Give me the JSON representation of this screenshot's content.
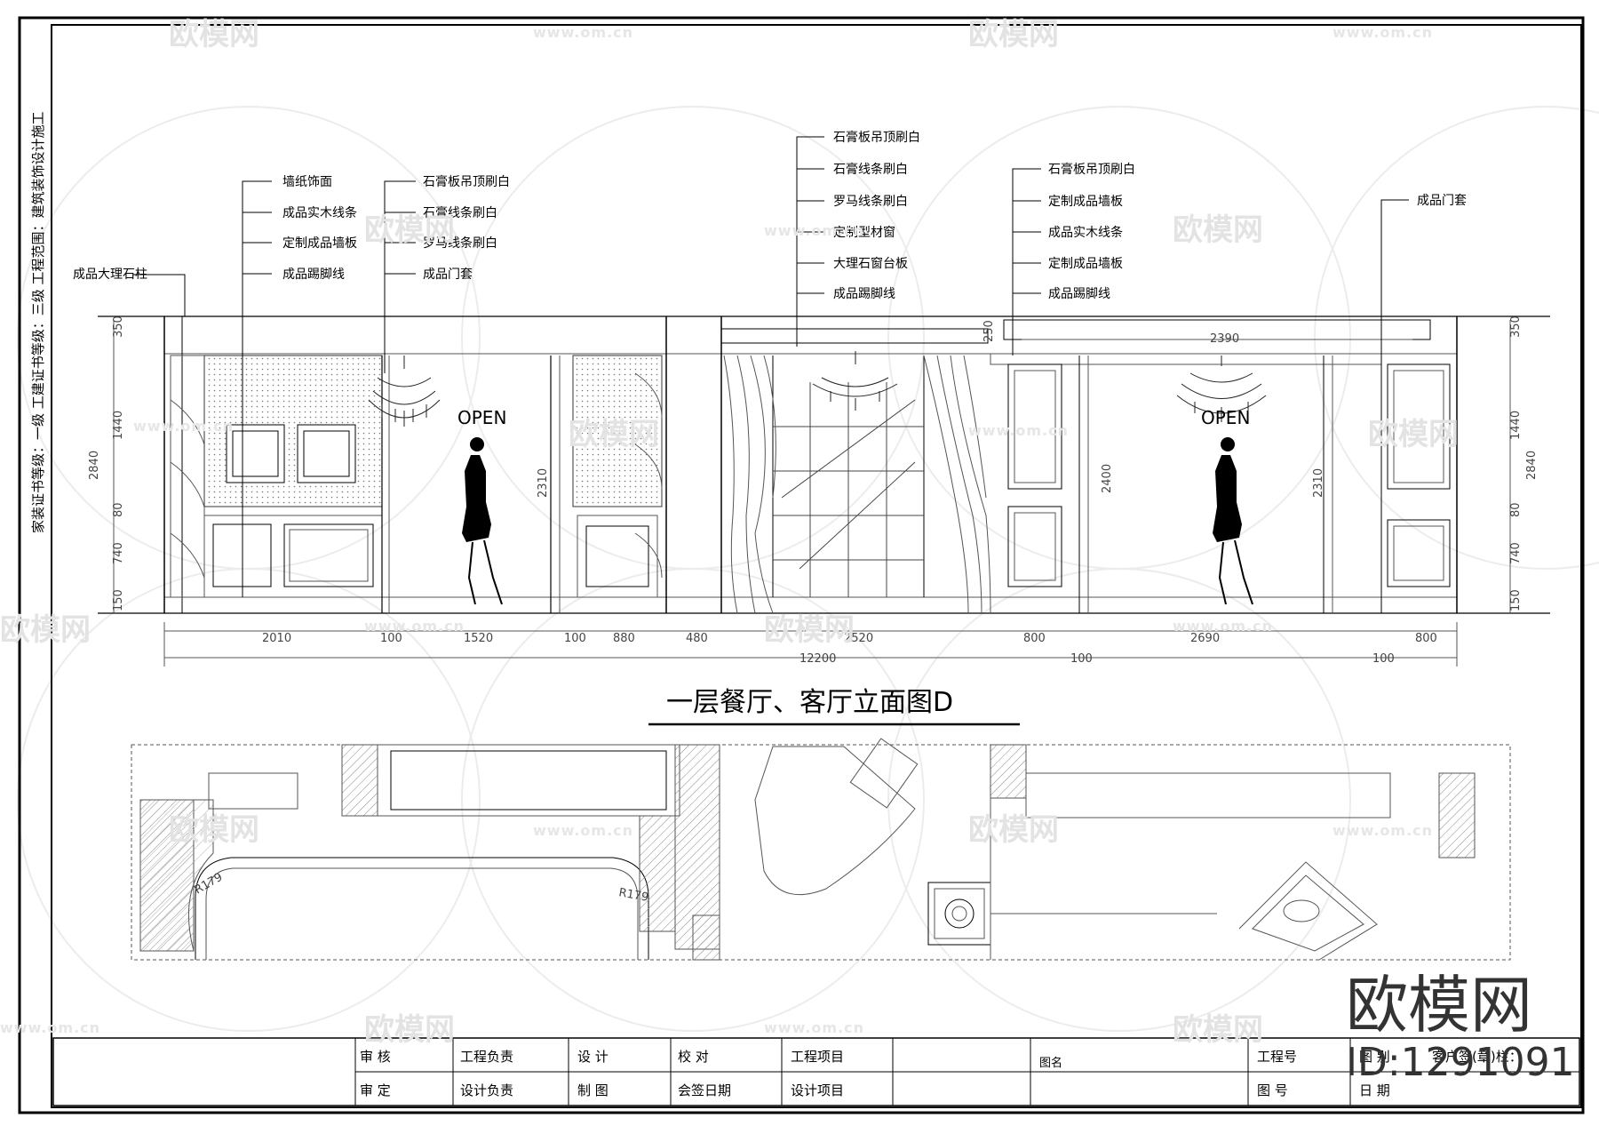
{
  "side_note": "家装证书等级：一级  工建证书等级：三级  工程范围：建筑装饰设计施工",
  "drawing_title": "一层餐厅、客厅立面图D",
  "labels_left_far": [
    "成品大理石柱"
  ],
  "labels_left_a": [
    "墙纸饰面",
    "成品实木线条",
    "定制成品墙板",
    "成品踢脚线"
  ],
  "labels_left_b": [
    "石膏板吊顶刷白",
    "石膏线条刷白",
    "罗马线条刷白",
    "成品门套"
  ],
  "labels_center": [
    "石膏板吊顶刷白",
    "石膏线条刷白",
    "罗马线条刷白",
    "定制型材窗",
    "大理石窗台板",
    "成品踢脚线"
  ],
  "labels_right": [
    "石膏板吊顶刷白",
    "定制成品墙板",
    "成品实木线条",
    "定制成品墙板",
    "成品踢脚线"
  ],
  "labels_right_far": [
    "成品门套"
  ],
  "open_signs": [
    "OPEN",
    "OPEN"
  ],
  "dimensions": {
    "bottom_row": [
      "2010",
      "100",
      "1520",
      "100",
      "880",
      "480",
      "2520",
      "800",
      "2690",
      "800"
    ],
    "total": "12200",
    "spacers": [
      "100",
      "100"
    ],
    "left_vertical": [
      "350",
      "1440",
      "80",
      "740",
      "150"
    ],
    "left_total": "2840",
    "right_vertical": [
      "350",
      "1440",
      "80",
      "740",
      "150"
    ],
    "right_total": "2840",
    "door_height": "2400",
    "opening_height_left": "2310",
    "opening_height_right": "2310",
    "ceiling_left": "250",
    "ceiling_width": "2390"
  },
  "plan_labels": [
    "R179",
    "R179"
  ],
  "watermark": {
    "brand": "欧模网",
    "url": "www.om.cn",
    "big": "欧模网",
    "id": "ID:1291091"
  },
  "title_block": {
    "r1": [
      "审 核",
      "工程负责",
      "设 计",
      "校 对",
      "工程项目",
      "图名",
      "工程号",
      "图 别",
      "客户签(章)栏："
    ],
    "r2": [
      "审 定",
      "设计负责",
      "制 图",
      "会签日期",
      "设计项目",
      "图 号",
      "日 期"
    ]
  }
}
